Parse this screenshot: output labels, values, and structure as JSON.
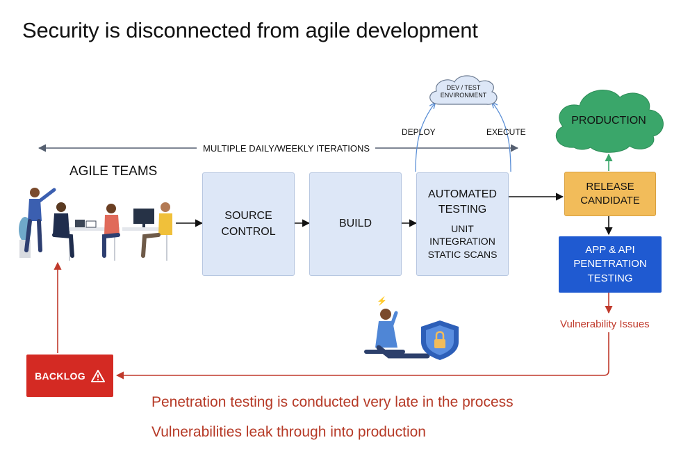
{
  "title": "Security is disconnected from agile development",
  "iterations_label": "MULTIPLE DAILY/WEEKLY ITERATIONS",
  "agile_teams_label": "AGILE TEAMS",
  "env_cloud": {
    "line1": "DEV / TEST",
    "line2": "ENVIRONMENT"
  },
  "deploy_label": "DEPLOY",
  "execute_label": "EXECUTE",
  "production_label": "PRODUCTION",
  "stages": {
    "source_control": {
      "line1": "SOURCE",
      "line2": "CONTROL"
    },
    "build": {
      "line1": "BUILD"
    },
    "automated_testing": {
      "line1": "AUTOMATED",
      "line2": "TESTING",
      "sub1": "UNIT",
      "sub2": "INTEGRATION",
      "sub3": "STATIC SCANS"
    }
  },
  "release_candidate": {
    "line1": "RELEASE",
    "line2": "CANDIDATE"
  },
  "pentest": {
    "line1": "APP & API",
    "line2": "PENETRATION",
    "line3": "TESTING"
  },
  "vulnerability_label": "Vulnerability Issues",
  "backlog_label": "BACKLOG",
  "notes": [
    "Penetration testing is conducted very late in the process",
    "Vulnerabilities leak through into production"
  ],
  "colors": {
    "stage_fill": "#dde7f7",
    "release_fill": "#f2bc5a",
    "pentest_fill": "#1f5ad1",
    "production_fill": "#3aa66a",
    "backlog_fill": "#d42a23",
    "feedback_line": "#c0392b",
    "iteration_line": "#555f70"
  },
  "icons": [
    "warning-triangle-icon",
    "shield-lock-icon",
    "stressed-developer-illustration",
    "agile-team-illustration"
  ]
}
